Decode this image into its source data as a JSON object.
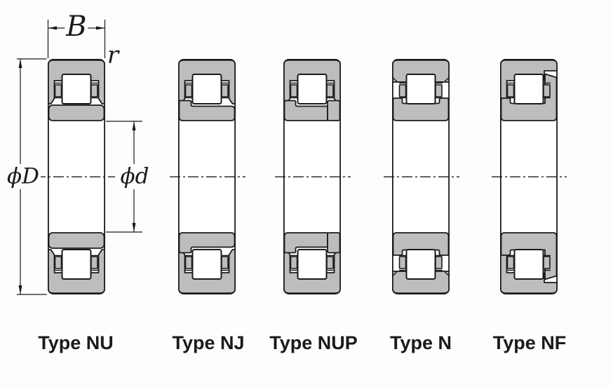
{
  "diagram": {
    "dimension_labels": {
      "width": "B",
      "chamfer": "r",
      "outer_diameter": "ϕD",
      "bore_diameter": "ϕd"
    },
    "bearing_types": [
      {
        "id": "nu",
        "label": "Type NU"
      },
      {
        "id": "nj",
        "label": "Type NJ"
      },
      {
        "id": "nup",
        "label": "Type NUP"
      },
      {
        "id": "n",
        "label": "Type N"
      },
      {
        "id": "nf",
        "label": "Type NF"
      }
    ],
    "colors": {
      "ring_fill": "#bcbdbe",
      "line": "#1b1b1d",
      "background": "#fdfdfd"
    }
  }
}
